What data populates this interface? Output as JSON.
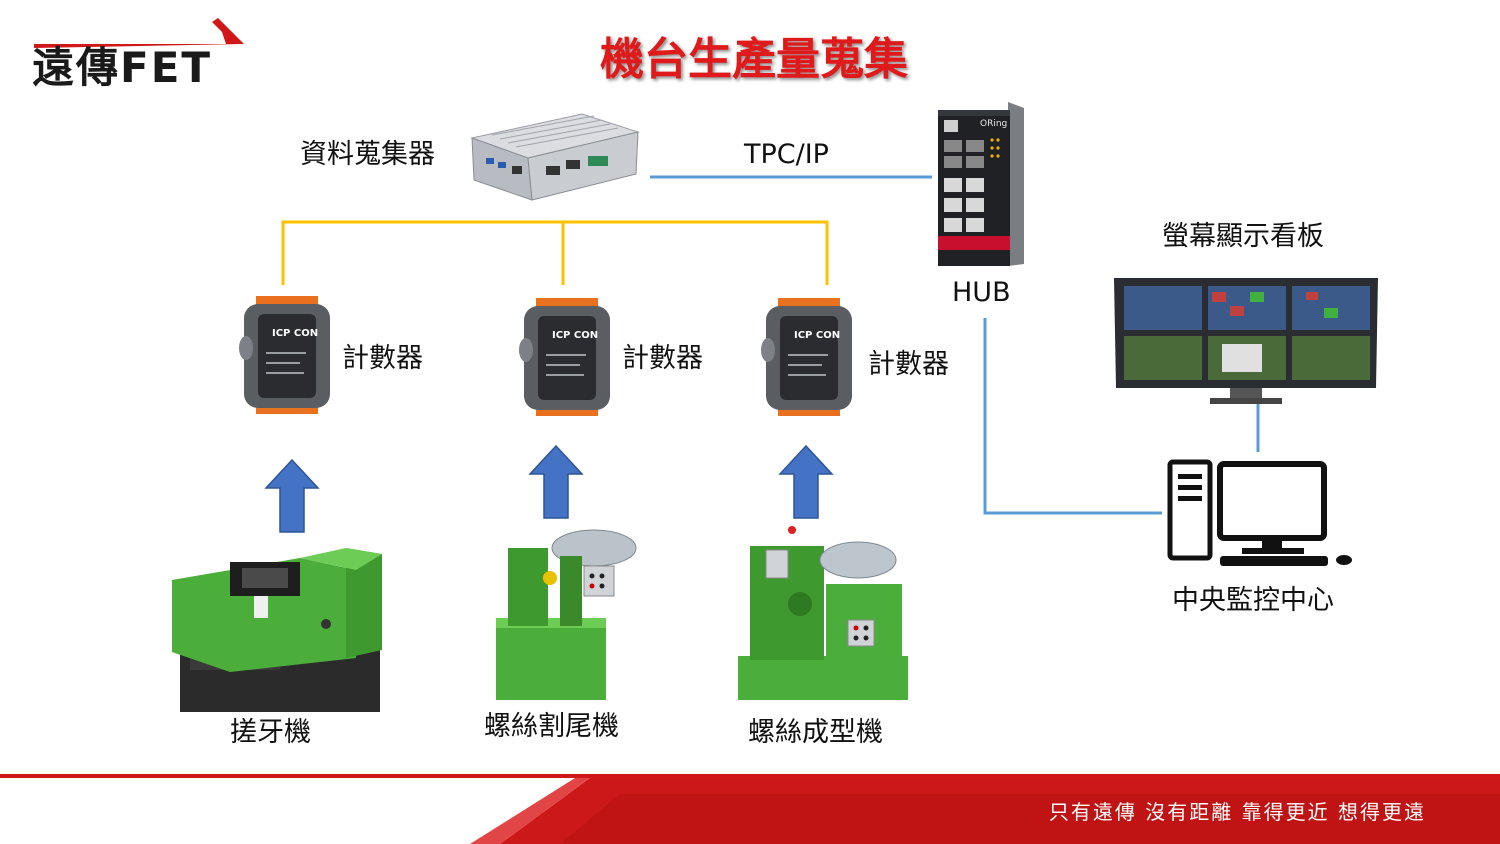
{
  "header": {
    "logo_text": "遠傳FET",
    "title": "機台生產量蒐集"
  },
  "network": {
    "collector_label": "資料蒐集器",
    "link_label": "TPC/IP",
    "hub_label": "HUB",
    "display_label": "螢幕顯示看板",
    "center_label": "中央監控中心",
    "switch_brand": "ORing"
  },
  "counters": [
    {
      "label": "計數器",
      "brand": "ICP CON"
    },
    {
      "label": "計數器",
      "brand": "ICP CON"
    },
    {
      "label": "計數器",
      "brand": "ICP CON"
    }
  ],
  "machines": [
    {
      "label": "搓牙機"
    },
    {
      "label": "螺絲割尾機"
    },
    {
      "label": "螺絲成型機"
    }
  ],
  "footer": {
    "slogan": "只有遠傳  沒有距離  靠得更近  想得更遠"
  },
  "colors": {
    "title": "#e01a1a",
    "link_blue": "#5b9bd5",
    "link_yellow": "#ffc000",
    "arrow_blue": "#4472c4",
    "footer_red": "#d01818",
    "machine_green": "#4cae3a"
  }
}
